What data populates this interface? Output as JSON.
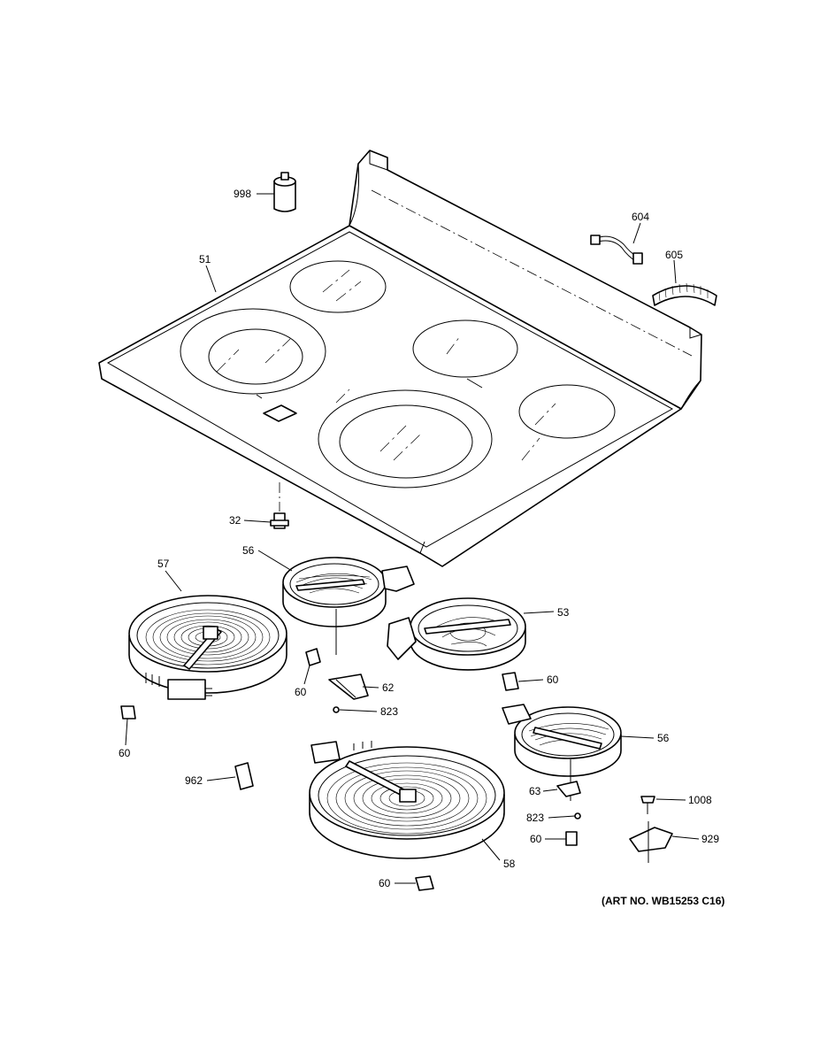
{
  "labels": {
    "p998": "998",
    "p51": "51",
    "p604": "604",
    "p605": "605",
    "p32": "32",
    "p56a": "56",
    "p57": "57",
    "p53": "53",
    "p60a": "60",
    "p62": "62",
    "p823a": "823",
    "p60b": "60",
    "p60c": "60",
    "p56b": "56",
    "p962": "962",
    "p63": "63",
    "p823b": "823",
    "p1008": "1008",
    "p60d": "60",
    "p929": "929",
    "p58": "58",
    "p60e": "60"
  },
  "art_number": "(ART NO. WB15253 C16)"
}
